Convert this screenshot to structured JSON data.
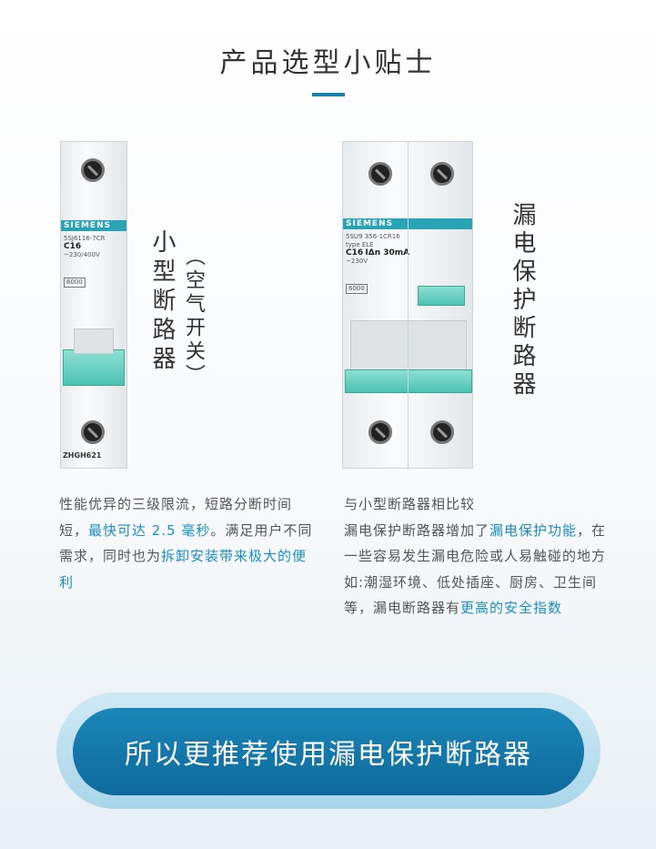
{
  "title": "产品选型小贴士",
  "mcb": {
    "brand": "SIEMENS",
    "model": "5SJ6116-7CR",
    "rating": "C16",
    "voltage": "~230/400V",
    "capacity": "6000",
    "code": "ZHGH621",
    "name": "小型断路器",
    "alias": "（空气开关）"
  },
  "rcbo": {
    "brand": "SIEMENS",
    "model": "5SU9 356-1CR16",
    "type": "type ELE",
    "rating": "C16",
    "residual": "IΔn 30mA",
    "voltage": "~230V",
    "capacity": "6000",
    "name": "漏电保护断路器"
  },
  "left_text": {
    "p1": "性能优异的三级限流，短路分断时间短，",
    "h1": "最快可达 2.5 毫秒",
    "p2": "。满足用户不同需求，同时也为",
    "h2": "拆卸安装带来极大的便利"
  },
  "right_text": {
    "p0": "与小型断路器相比较",
    "p1": "漏电保护断路器增加了",
    "h1": "漏电保护功能",
    "p2": "，在一些容易发生漏电危险或人易触碰的地方如:潮湿环境、低处插座、厨房、卫生间等，漏电断路器有",
    "h2": "更高的安全指数"
  },
  "cta": "所以更推荐使用漏电保护断路器",
  "colors": {
    "accent": "#1c8ec2",
    "button": "#1275a8"
  }
}
